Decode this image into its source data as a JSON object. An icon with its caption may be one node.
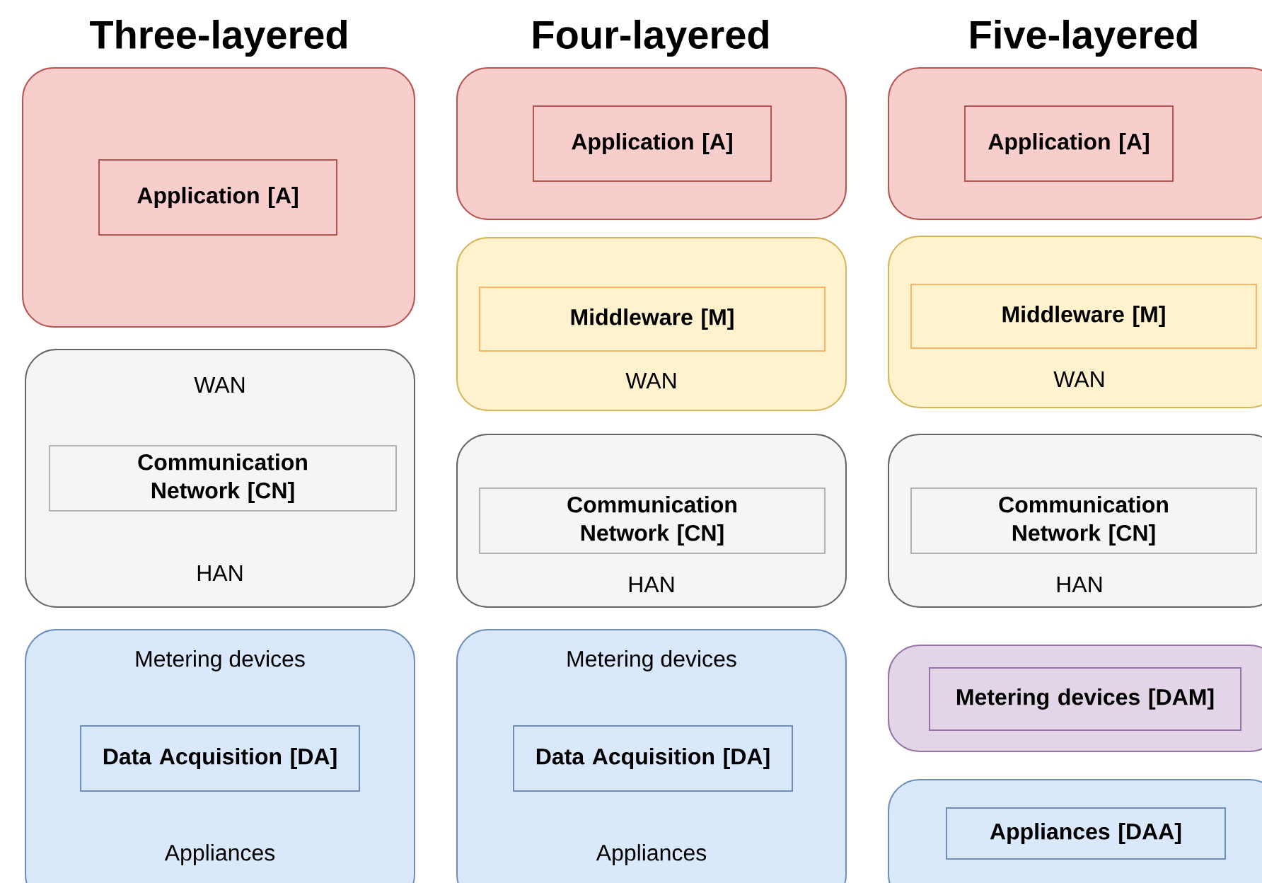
{
  "diagram": {
    "nodes": [
      {
        "text": [],
        "shape": "box"
      },
      {
        "text": [
          "Application [A]"
        ],
        "in": 0
      },
      {
        "text": [
          "WAN",
          "HAN"
        ]
      },
      {
        "text": [
          "Communication Network [CN]"
        ],
        "in": 2
      },
      {
        "text": [
          "Metering devices",
          "Appliances"
        ]
      },
      {
        "text": [
          "Data Acquisition [DA]"
        ],
        "in": 4
      },
      {
        "text": [],
        "shape": "box"
      },
      {
        "text": [
          "Application [A]"
        ],
        "in": 6
      },
      {
        "text": [
          "WAN"
        ]
      },
      {
        "text": [
          "Middleware [M]"
        ],
        "in": 8
      },
      {
        "text": [
          "HAN"
        ]
      },
      {
        "text": [
          "Communication Network [CN]"
        ],
        "in": 10
      },
      {
        "text": [
          "Metering devices",
          "Appliances"
        ]
      },
      {
        "text": [
          "Data Acquisition [DA]"
        ],
        "in": 12
      },
      {
        "text": [],
        "shape": "box"
      },
      {
        "text": [
          "Application [A]"
        ],
        "in": 14
      },
      {
        "text": [
          "WAN"
        ]
      },
      {
        "text": [
          "Middleware [M]"
        ],
        "in": 16
      },
      {
        "text": [
          "HAN"
        ]
      },
      {
        "text": [
          "Communication Network [CN]"
        ],
        "in": 18
      },
      {
        "text": [],
        "shape": "box"
      },
      {
        "text": [
          "Metering devices [DAM]"
        ],
        "in": 20
      },
      {
        "text": [],
        "shape": "box"
      },
      {
        "text": [
          "Appliances [DAA]"
        ],
        "in": 22
      }
    ],
    "labels": [
      "Three-layered",
      "Four-layered",
      "Five-layered"
    ]
  }
}
